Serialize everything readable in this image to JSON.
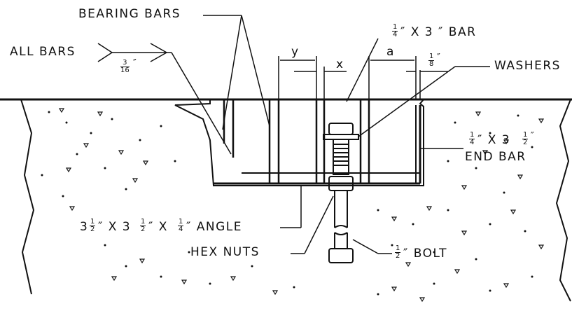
{
  "labels": {
    "bearing_bars": "BEARING BARS",
    "all_bars": "ALL BARS",
    "bar_top_prefix_num": "1",
    "bar_top_prefix_den": "4",
    "bar_top_text": "″ X 3 ″ BAR",
    "weld_num": "3",
    "weld_den": "16",
    "weld_mark": "″",
    "dim_y": "y",
    "dim_x": "x",
    "dim_a": "a",
    "dim_eighth_num": "1",
    "dim_eighth_den": "8",
    "dim_eighth_mark": "″",
    "washers": "WASHERS",
    "end_bar_num1": "1",
    "end_bar_den1": "4",
    "end_bar_mid": "″ X 3",
    "end_bar_num2": "1",
    "end_bar_den2": "2",
    "end_bar_mark": "″",
    "end_bar": "END BAR",
    "angle_a": "3",
    "angle_a_num": "1",
    "angle_a_den": "2",
    "angle_b": "″ X 3",
    "angle_b_num": "1",
    "angle_b_den": "2",
    "angle_c": "″ X",
    "angle_c_num": "1",
    "angle_c_den": "4",
    "angle_d": "″ ANGLE",
    "hex_nuts": "HEX NUTS",
    "bolt_num": "1",
    "bolt_den": "2",
    "bolt_text": "″ BOLT"
  }
}
